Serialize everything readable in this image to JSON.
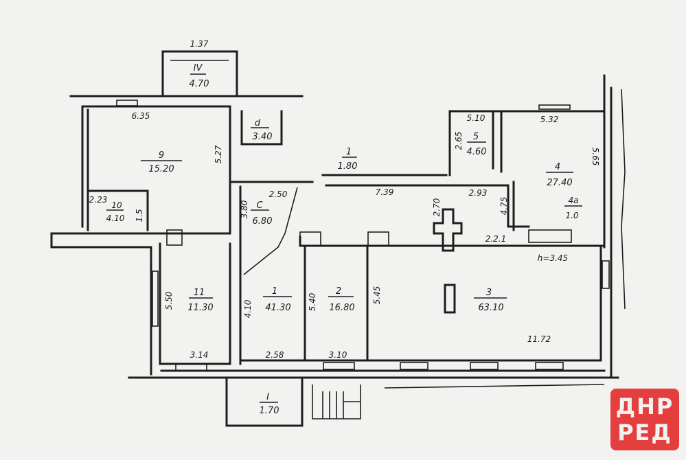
{
  "rooms": [
    {
      "key": "r-iv",
      "num": "IV",
      "area": "4.70",
      "dims": [
        "1.37"
      ]
    },
    {
      "key": "r-9",
      "num": "9",
      "area": "15.20",
      "dims": [
        "6.35",
        "5.27"
      ]
    },
    {
      "key": "r-d",
      "num": "d",
      "area": "3.40",
      "dims": []
    },
    {
      "key": "r-small",
      "num": "1",
      "area": "1.80",
      "dims": []
    },
    {
      "key": "r-10",
      "num": "10",
      "area": "4.10",
      "dims": [
        "2.23",
        "1.5"
      ]
    },
    {
      "key": "r-c",
      "num": "C",
      "area": "6.80",
      "dims": [
        "2.50",
        "3.80"
      ]
    },
    {
      "key": "r-11",
      "num": "11",
      "area": "11.30",
      "dims": [
        "5.50",
        "3.14"
      ]
    },
    {
      "key": "r-1",
      "num": "1",
      "area": "41.30",
      "dims": [
        "4.10",
        "2.58"
      ]
    },
    {
      "key": "r-2",
      "num": "2",
      "area": "16.80",
      "dims": [
        "5.40",
        "3.10"
      ]
    },
    {
      "key": "r-3",
      "num": "3",
      "area": "63.10",
      "dims": [
        "5.45",
        "11.72"
      ]
    },
    {
      "key": "r-5",
      "num": "5",
      "area": "4.60",
      "dims": [
        "5.10",
        "2.65"
      ]
    },
    {
      "key": "r-4",
      "num": "4",
      "area": "27.40",
      "dims": [
        "5.32",
        "5.65"
      ]
    },
    {
      "key": "r-4a",
      "num": "4а",
      "area": "1.0",
      "dims": []
    },
    {
      "key": "r-i",
      "num": "I",
      "area": "1.70",
      "dims": []
    }
  ],
  "corridor_dims": [
    "7.39",
    "2.70",
    "2.93",
    "4.75",
    "2.2.1"
  ],
  "ceiling_height": "h=3.45",
  "logo": {
    "line1": "ДНР",
    "line2": "РЕД",
    "color": "#e53e3e"
  }
}
